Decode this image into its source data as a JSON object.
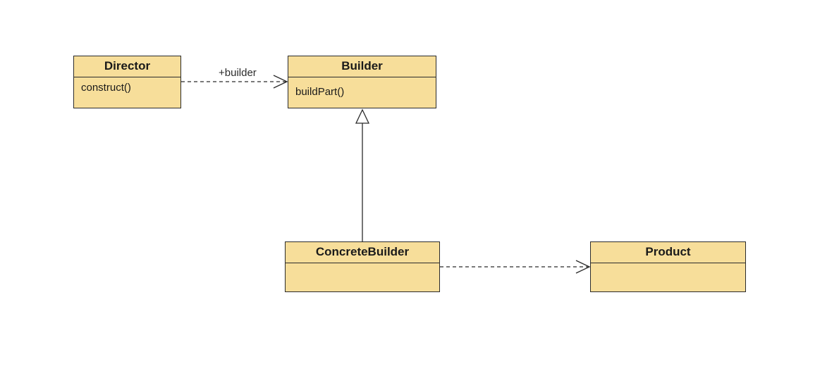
{
  "classes": {
    "director": {
      "name": "Director",
      "operations": [
        "construct()"
      ]
    },
    "builder": {
      "name": "Builder",
      "operations": [
        "buildPart()"
      ]
    },
    "concrete_builder": {
      "name": "ConcreteBuilder",
      "operations": []
    },
    "product": {
      "name": "Product",
      "operations": []
    }
  },
  "relations": {
    "director_to_builder": {
      "type": "dependency",
      "label": "+builder"
    },
    "concrete_to_builder": {
      "type": "generalization",
      "label": ""
    },
    "concrete_to_product": {
      "type": "dependency",
      "label": ""
    }
  },
  "colors": {
    "class_fill": "#f7de9a",
    "stroke": "#2b2b2b"
  }
}
